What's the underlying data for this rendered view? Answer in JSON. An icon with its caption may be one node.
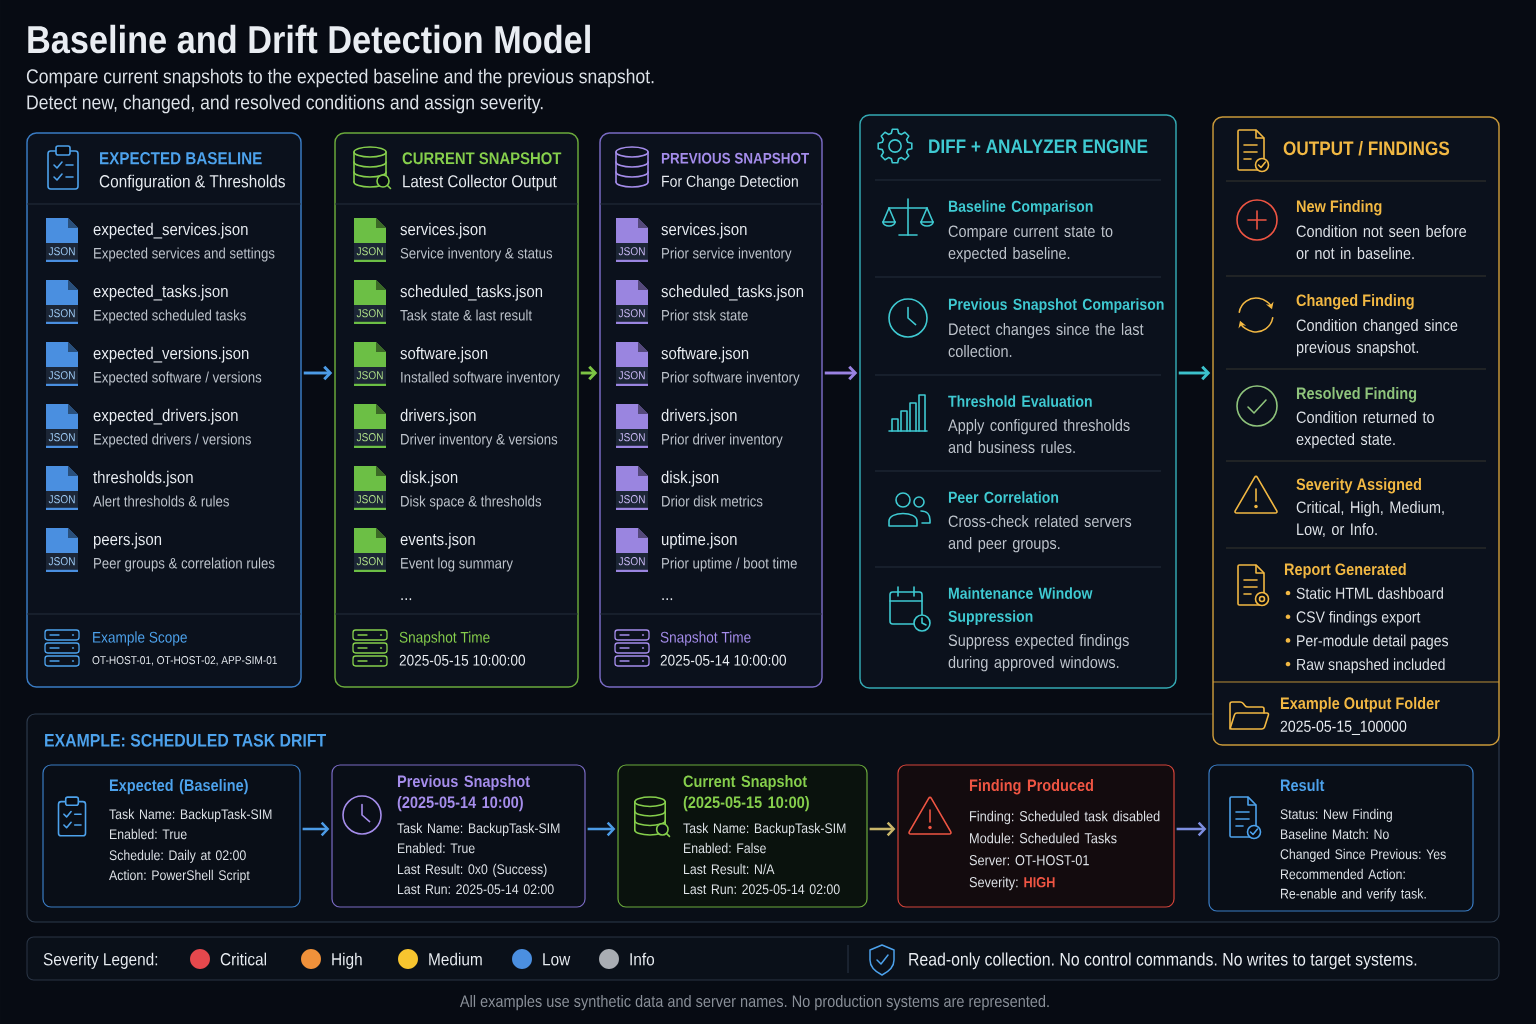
{
  "diagram": {
    "title": "Baseline and Drift Detection Model",
    "caption": "All examples use synthetic data and server names. No production systems are represented.",
    "nodes": [
      {
        "text": [
          "EXPECTED BASELINE",
          "Configuration & Thresholds"
        ]
      },
      {
        "text": [
          "JSON"
        ],
        "beside": [
          "expected_services.json",
          "Expected services and settings"
        ],
        "in": 0
      },
      {
        "text": [
          "JSON"
        ],
        "beside": [
          "expected_tasks.json",
          "Expected scheduled tasks"
        ],
        "in": 0
      },
      {
        "text": [
          "JSON"
        ],
        "beside": [
          "expected_versions.json",
          "Expected software / versions"
        ],
        "in": 0
      },
      {
        "text": [
          "JSON"
        ],
        "beside": [
          "expected_drivers.json",
          "Expected drivers / versions"
        ],
        "in": 0
      },
      {
        "text": [
          "JSON"
        ],
        "beside": [
          "thresholds.json",
          "Alert thresholds & rules"
        ],
        "in": 0
      },
      {
        "text": [
          "JSON"
        ],
        "beside": [
          "peers.json",
          "Peer groups & correlation rules"
        ],
        "in": 0
      },
      {
        "text": [
          "Example Scope",
          "OT-HOST-01, OT-HOST-02, APP-SIM-01"
        ],
        "in": 0
      },
      {
        "text": [
          "CURRENT SNAPSHOT",
          "Latest Collector Output",
          "..."
        ]
      },
      {
        "text": [
          "JSON"
        ],
        "beside": [
          "services.json",
          "Service inventory & status"
        ],
        "in": 8
      },
      {
        "text": [
          "JSON"
        ],
        "beside": [
          "scheduled_tasks.json",
          "Task state & last result"
        ],
        "in": 8
      },
      {
        "text": [
          "JSON"
        ],
        "beside": [
          "software.json",
          "Installed software inventory"
        ],
        "in": 8
      },
      {
        "text": [
          "JSON"
        ],
        "beside": [
          "drivers.json",
          "Driver inventory & versions"
        ],
        "in": 8
      },
      {
        "text": [
          "JSON"
        ],
        "beside": [
          "disk.json",
          "Disk space & thresholds"
        ],
        "in": 8
      },
      {
        "text": [
          "JSON"
        ],
        "beside": [
          "events.json",
          "Event log summary"
        ],
        "in": 8
      },
      {
        "text": [
          "Snapshot Time",
          "2025-05-15 10:00:00"
        ],
        "in": 8
      },
      {
        "text": [
          "PREVIOUS SNAPSHOT",
          "For Change Detection",
          "..."
        ]
      },
      {
        "text": [
          "JSON"
        ],
        "beside": [
          "services.json",
          "Prior service inventory"
        ],
        "in": 16
      },
      {
        "text": [
          "JSON"
        ],
        "beside": [
          "scheduled_tasks.json",
          "Prior stsk state"
        ],
        "in": 16
      },
      {
        "text": [
          "JSON"
        ],
        "beside": [
          "software.json",
          "Prior software inventory"
        ],
        "in": 16
      },
      {
        "text": [
          "JSON"
        ],
        "beside": [
          "drivers.json",
          "Prior driver inventory"
        ],
        "in": 16
      },
      {
        "text": [
          "JSON"
        ],
        "beside": [
          "disk.json",
          "Drior disk metrics"
        ],
        "in": 16
      },
      {
        "text": [
          "JSON"
        ],
        "beside": [
          "uptime.json",
          "Prior uptime / boot time"
        ],
        "in": 16
      },
      {
        "text": [
          "Snapshot Time",
          "2025-05-14 10:00:00"
        ],
        "in": 16
      },
      {
        "text": [
          "DIFF + ANALYZER ENGINE"
        ]
      },
      {
        "text": [
          "Baseline Comparison",
          "Compare current state to expected baseline."
        ],
        "in": 24
      },
      {
        "text": [
          "Previous Snapshot Comparison",
          "Detect changes since the last collection."
        ],
        "in": 24
      },
      {
        "text": [
          "Threshold Evaluation",
          "Apply configured thresholds and business rules."
        ],
        "in": 24
      },
      {
        "text": [
          "Peer Correlation",
          "Cross-check related servers and peer groups."
        ],
        "in": 24
      },
      {
        "text": [
          "Maintenance Window Suppression",
          "Suppress expected findings during approved windows."
        ],
        "in": 24
      },
      {
        "text": [
          "OUTPUT / FINDINGS"
        ]
      },
      {
        "text": [
          "New Finding",
          "Condition not seen before or not in baseline."
        ],
        "in": 30
      },
      {
        "text": [
          "Changed Finding",
          "Condition changed since previous snapshot."
        ],
        "in": 30
      },
      {
        "text": [
          "Resolved Finding",
          "Condition returned to expected state."
        ],
        "in": 30
      },
      {
        "text": [
          "Severity Assigned",
          "Critical, High, Medium, Low, or Info."
        ],
        "in": 30
      },
      {
        "text": [
          "Report Generated",
          "Static HTML dashboard",
          "CSV findings export",
          "Per-module detail pages",
          "Raw snapshed included"
        ],
        "in": 30
      },
      {
        "text": [
          "Example Output Folder",
          "2025-05-15_100000"
        ],
        "in": 30
      },
      {
        "text": [
          "EXAMPLE: SCHEDULED TASK DRIFT"
        ]
      },
      {
        "text": [
          "Expected (Baseline)",
          "Task Name: BackupTask-SIM",
          "Enabled: True",
          "Schedule: Daily at 02:00",
          "Action: PowerShell Script"
        ],
        "in": 37
      },
      {
        "text": [
          "Previous Snapshot (2025-05-14 10:00)",
          "Task Name: BackupTask-SIM",
          "Enabled: True",
          "Last Result: 0x0 (Success)",
          "Last Run: 2025-05-14 02:00"
        ],
        "in": 37
      },
      {
        "text": [
          "Current Snapshot (2025-05-15 10:00)",
          "Task Name: BackupTask-SIM",
          "Enabled: False",
          "Last Result: N/A",
          "Last Run: 2025-05-14 02:00"
        ],
        "in": 37
      },
      {
        "text": [
          "Finding Produced",
          "Finding: Scheduled task disabled",
          "Module: Scheduled Tasks",
          "Server: OT-HOST-01",
          "Severity: **HIGH**"
        ],
        "in": 37
      },
      {
        "text": [
          "Result",
          "Status: New Finding",
          "Baseline Match: No",
          "Changed Since Previous: Yes",
          "Recommended Action: Re-enable and verify task."
        ],
        "in": 37
      }
    ],
    "edges": [
      {
        "from": 0,
        "to": 8,
        "arrow": "to"
      },
      {
        "from": 8,
        "to": 16,
        "arrow": "to",
        "color": "#7cc444"
      },
      {
        "from": 16,
        "to": 24,
        "arrow": "to",
        "color": "#9a82e2"
      },
      {
        "from": 24,
        "to": 30,
        "arrow": "to",
        "color": "#3cc2cc"
      },
      {
        "from": 38,
        "to": 39,
        "arrow": "to"
      },
      {
        "from": 39,
        "to": 40,
        "arrow": "to"
      },
      {
        "from": 40,
        "to": 41,
        "arrow": "to",
        "color": "#c9b66a"
      },
      {
        "from": 41,
        "to": 42,
        "arrow": "to",
        "color": "#7d8ee0"
      }
    ],
    "labels": [
      "Compare current snapshots to the expected baseline and the previous snapshot.",
      "Detect new, changed, and resolved conditions and assign severity.",
      "Severity Legend:",
      "Read-only collection. No control commands. No writes to target systems."
    ],
    "legend": [
      {
        "text": "Critical",
        "color": "#e5484d"
      },
      {
        "text": "High",
        "color": "#f0913a"
      },
      {
        "text": "Medium",
        "color": "#f7c52f"
      },
      {
        "text": "Low",
        "color": "#4b8fe0"
      },
      {
        "text": "Info",
        "color": "#a9adb3"
      }
    ]
  }
}
